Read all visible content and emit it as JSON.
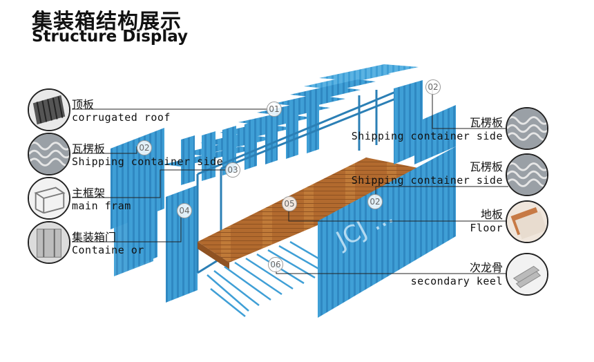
{
  "header": {
    "title_cn": "集装箱结构展示",
    "title_en": "Structure Display"
  },
  "components": {
    "roof": {
      "cn": "顶板",
      "en": "corrugated roof",
      "num": "01"
    },
    "side_left": {
      "cn": "瓦楞板",
      "en": "Shipping container side",
      "num": "02"
    },
    "frame": {
      "cn": "主框架",
      "en": "main fram",
      "num": "03"
    },
    "door": {
      "cn": "集装箱门",
      "en": "Containe   or",
      "num": "04"
    },
    "side_top": {
      "cn": "瓦楞板",
      "en": "Shipping container side",
      "num": "02"
    },
    "side_right": {
      "cn": "瓦楞板",
      "en": "Shipping container side",
      "num": "02"
    },
    "floor": {
      "cn": "地板",
      "en": "Floor",
      "num": "05"
    },
    "keel": {
      "cn": "次龙骨",
      "en": "secondary keel",
      "num": "06"
    }
  },
  "container_text": "JCJ ...",
  "colors": {
    "panel_blue": "#3f9fd6",
    "panel_dark": "#2b7fb5",
    "panel_light": "#7cc3ea",
    "floor_wood": "#b26a2e",
    "leader_line": "#222222"
  },
  "icons": {
    "roof": "corrugated-roof-sample-icon",
    "side": "corrugated-wave-sample-icon",
    "frame": "frame-sample-icon",
    "door": "door-sample-icon",
    "floor": "floor-board-sample-icon",
    "keel": "steel-keel-sample-icon"
  }
}
